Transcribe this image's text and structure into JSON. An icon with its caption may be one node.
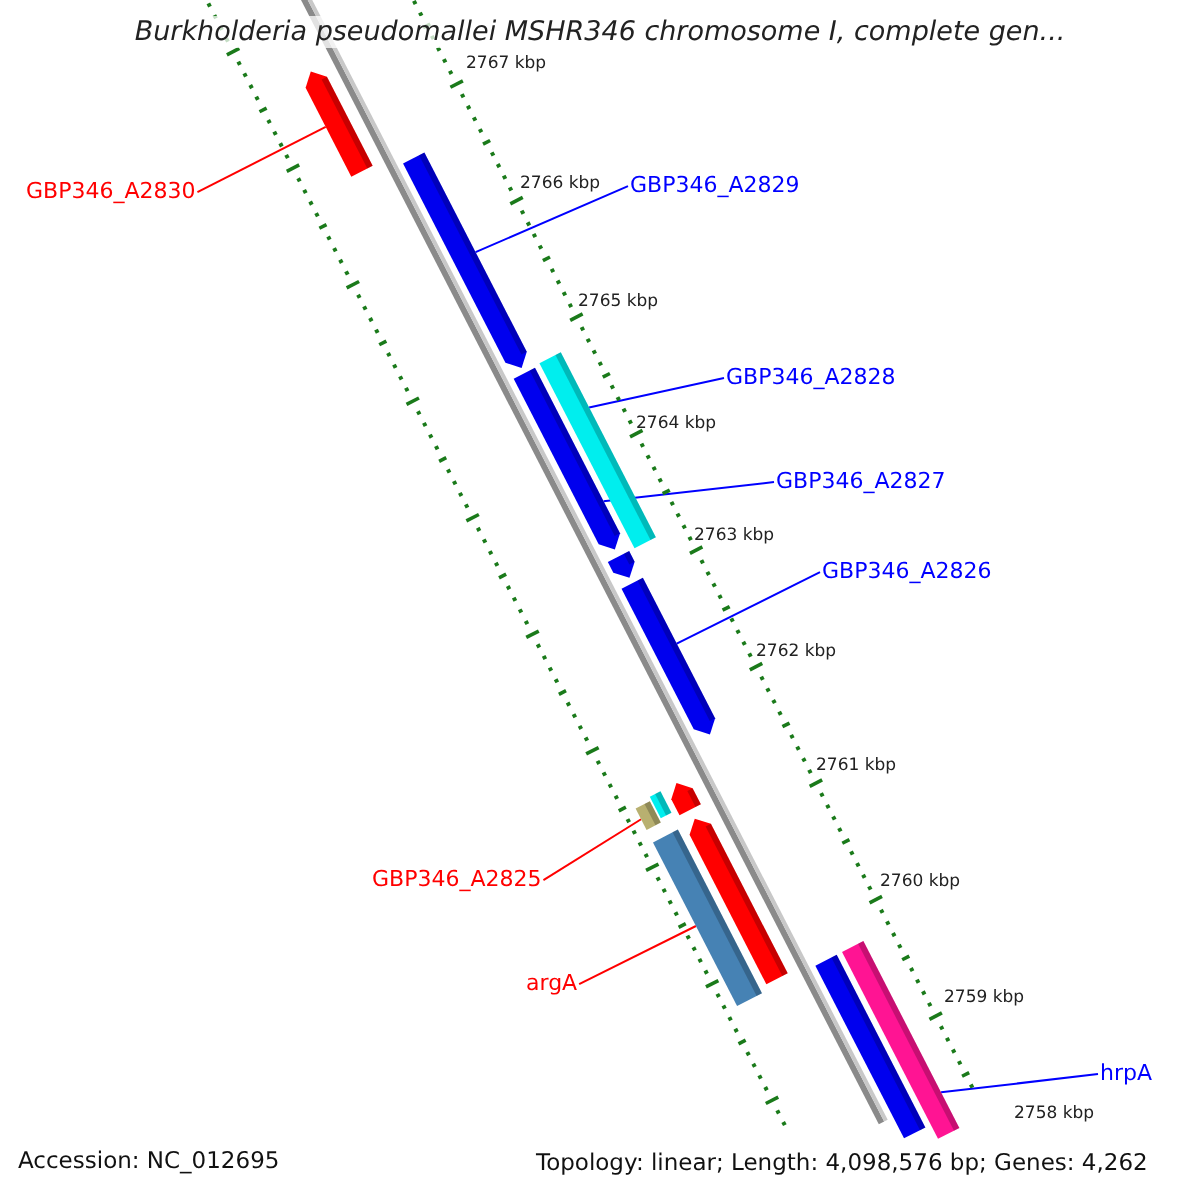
{
  "diagram": {
    "title": "Burkholderia pseudomallei MSHR346 chromosome I, complete gen...",
    "nodes": [
      {
        "text": [
          "GBP346_A2830"
        ]
      },
      {
        "text": [
          "GBP346_A2829"
        ]
      },
      {
        "text": [
          "GBP346_A2828"
        ]
      },
      {
        "text": [
          "GBP346_A2827"
        ]
      },
      {
        "text": [
          "GBP346_A2826"
        ]
      },
      {
        "text": [
          "GBP346_A2825"
        ]
      },
      {
        "text": [
          "argA"
        ]
      },
      {
        "text": [
          "hrpA"
        ]
      },
      {
        "text": [],
        "shape": "bar"
      },
      {
        "text": [],
        "shape": "bar"
      },
      {
        "text": [],
        "shape": "bar"
      },
      {
        "text": [],
        "shape": "bar"
      },
      {
        "text": [],
        "shape": "bar"
      },
      {
        "text": [],
        "shape": "bar"
      },
      {
        "text": [],
        "shape": "bar"
      },
      {
        "text": [],
        "shape": "bar"
      },
      {
        "text": [],
        "shape": "bar"
      },
      {
        "text": [],
        "shape": "bar"
      },
      {
        "text": [],
        "shape": "bar"
      },
      {
        "text": [],
        "shape": "bar"
      },
      {
        "text": [],
        "shape": "bar"
      }
    ],
    "edges": [
      {
        "from": 0,
        "to": 8,
        "arrow": "none",
        "color": "#ff0000"
      },
      {
        "from": 1,
        "to": 9,
        "arrow": "none"
      },
      {
        "from": 2,
        "to": 10,
        "arrow": "none"
      },
      {
        "from": 3,
        "to": 11,
        "arrow": "none"
      },
      {
        "from": 4,
        "to": 13,
        "arrow": "none"
      },
      {
        "from": 5,
        "to": 16,
        "arrow": "none",
        "color": "#ff0000"
      },
      {
        "from": 6,
        "to": 18,
        "arrow": "none",
        "color": "#ff0000"
      },
      {
        "from": 7,
        "to": 20,
        "arrow": "none"
      }
    ],
    "labels": [
      "2767 kbp",
      "2766 kbp",
      "2765 kbp",
      "2764 kbp",
      "2763 kbp",
      "2762 kbp",
      "2761 kbp",
      "2760 kbp",
      "2759 kbp",
      "2758 kbp",
      "Accession: NC_012695",
      "Topology: linear; Length: 4,098,576 bp; Genes: 4,262"
    ]
  }
}
